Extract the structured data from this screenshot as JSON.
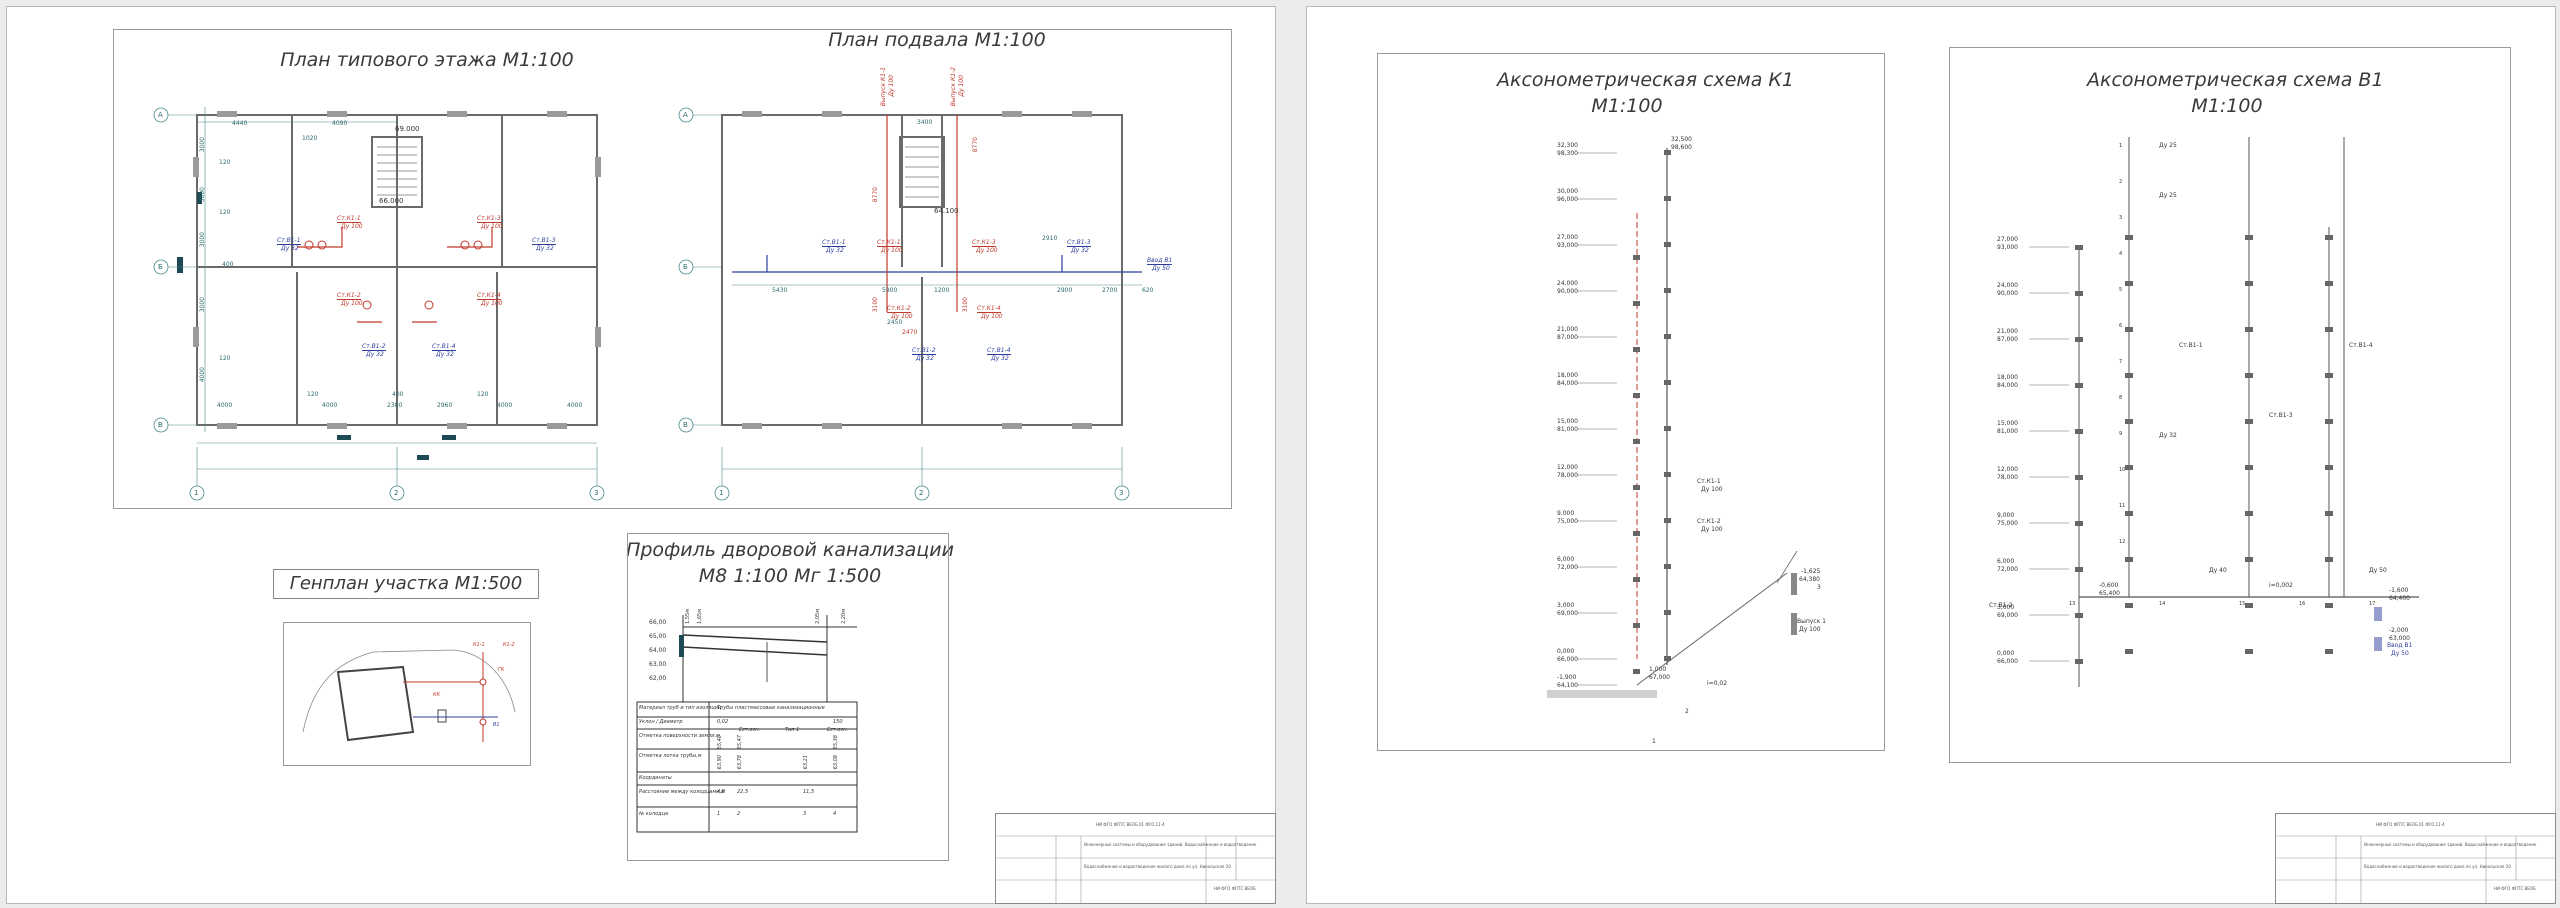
{
  "left_sheet": {
    "plan_floor": {
      "title": "План типового этажа М1:100",
      "axes_rows": [
        "А",
        "Б",
        "В"
      ],
      "axes_cols": [
        "1",
        "2",
        "3"
      ],
      "dims_top": [
        "4440",
        "4090"
      ],
      "dims_bottom": [
        "4000",
        "4000",
        "2380",
        "2960",
        "4000",
        "4000"
      ],
      "dims_small": [
        "120",
        "120",
        "120",
        "120",
        "120",
        "400",
        "400",
        "1020"
      ],
      "dims_left": [
        "3000",
        "3000",
        "3000",
        "3000",
        "4000"
      ],
      "elevation": "66.000",
      "elevation2": "69.000",
      "riser_tags": [
        {
          "code": "Ст.К1-1",
          "dia": "Ду 100",
          "color": "#c0392b"
        },
        {
          "code": "Ст.К1-3",
          "dia": "Ду 100",
          "color": "#c0392b"
        },
        {
          "code": "Ст.В1-1",
          "dia": "Ду 32",
          "color": "#2c3e9e"
        },
        {
          "code": "Ст.В1-3",
          "dia": "Ду 32",
          "color": "#2c3e9e"
        },
        {
          "code": "Ст.К1-2",
          "dia": "Ду 100",
          "color": "#c0392b"
        },
        {
          "code": "Ст.К1-4",
          "dia": "Ду 100",
          "color": "#c0392b"
        },
        {
          "code": "Ст.В1-2",
          "dia": "Ду 32",
          "color": "#2c3e9e"
        },
        {
          "code": "Ст.В1-4",
          "dia": "Ду 32",
          "color": "#2c3e9e"
        }
      ]
    },
    "plan_basement": {
      "title": "План подвала М1:100",
      "axes_rows": [
        "А",
        "Б",
        "В"
      ],
      "axes_cols": [
        "1",
        "2",
        "3"
      ],
      "elevation": "64.100",
      "dims": [
        "5430",
        "5900",
        "1200",
        "2900",
        "2700",
        "620",
        "2450",
        "3100",
        "8770",
        "3400",
        "2910",
        "2470",
        "8770",
        "3100"
      ],
      "outlets": [
        {
          "code": "Выпуск К1-1",
          "dia": "Ду 100"
        },
        {
          "code": "Выпуск К1-2",
          "dia": "Ду 100"
        }
      ],
      "inlet": {
        "code": "Ввод В1",
        "dia": "Ду 50"
      },
      "riser_tags": [
        {
          "code": "Ст.В1-1",
          "dia": "Ду 32",
          "color": "#2c3e9e"
        },
        {
          "code": "Ст.К1-1",
          "dia": "Ду 100",
          "color": "#c0392b"
        },
        {
          "code": "Ст.К1-3",
          "dia": "Ду 100",
          "color": "#c0392b"
        },
        {
          "code": "Ст.В1-3",
          "dia": "Ду 32",
          "color": "#2c3e9e"
        },
        {
          "code": "Ст.К1-2",
          "dia": "Ду 100",
          "color": "#c0392b"
        },
        {
          "code": "Ст.К1-4",
          "dia": "Ду 100",
          "color": "#c0392b"
        },
        {
          "code": "Ст.В1-2",
          "dia": "Ду 32",
          "color": "#2c3e9e"
        },
        {
          "code": "Ст.В1-4",
          "dia": "Ду 32",
          "color": "#2c3e9e"
        }
      ]
    },
    "genplan": {
      "title": "Генплан участка М1:500",
      "labels": [
        "К1-1",
        "К1-2",
        "В1",
        "КК",
        "ГК"
      ]
    },
    "profile": {
      "title_line1": "Профиль дворовой канализации",
      "title_line2": "М8 1:100  Мг 1:500",
      "scale_marks": [
        "66,00",
        "65,00",
        "64,00",
        "63,00",
        "62,00"
      ],
      "top_marks": [
        "1,55м",
        "1,65м",
        "2,05м",
        "2,20м"
      ],
      "rows": [
        {
          "label": "Материал труб и тип изоляции",
          "values": [
            "Трубы пластмассовые канализационные"
          ]
        },
        {
          "label": "Уклон / Диаметр",
          "values": [
            "0,02",
            "",
            "",
            "150"
          ]
        },
        {
          "label": "Отметка поверхности земли,м",
          "values": [
            "65,40",
            "65,47",
            "",
            "65,38"
          ]
        },
        {
          "label": "Отметка лотка трубы,м",
          "values": [
            "63,90",
            "63,78",
            "63,21",
            "63,08"
          ]
        },
        {
          "label": "Координаты",
          "values": []
        },
        {
          "label": "Расстояние между колодцами,м",
          "values": [
            "4,8",
            "22,5",
            "11,5"
          ]
        },
        {
          "label": "№ колодца",
          "values": [
            "1",
            "2",
            "3",
            "4"
          ]
        }
      ],
      "column_heads": [
        "Ест.осн.",
        "Тип 1",
        "Ест.осн."
      ]
    },
    "title_block": {
      "code": "НИ ФГО ФПТС ВЕОБ.01  ФГО.11-4",
      "desc": "Инженерные системы и оборудование зданий. Водоснабжение и водоотведение",
      "object": "Водоснабжение и водоотведение жилого дома по ул. Никольская 10",
      "dept": "НИ ФГО ФПТС ВЕОБ"
    }
  },
  "right_sheet": {
    "k1": {
      "title_line1": "Аксонометрическая схема К1",
      "title_line2": "М1:100",
      "levels": [
        {
          "a": "32,300",
          "b": "98,300"
        },
        {
          "a": "30,000",
          "b": "96,000"
        },
        {
          "a": "27,000",
          "b": "93,000"
        },
        {
          "a": "24,000",
          "b": "90,000"
        },
        {
          "a": "21,000",
          "b": "87,000"
        },
        {
          "a": "18,000",
          "b": "84,000"
        },
        {
          "a": "15,000",
          "b": "81,000"
        },
        {
          "a": "12,000",
          "b": "78,000"
        },
        {
          "a": "9,000",
          "b": "75,000"
        },
        {
          "a": "6,000",
          "b": "72,000"
        },
        {
          "a": "3,000",
          "b": "69,000"
        },
        {
          "a": "0,000",
          "b": "66,000"
        },
        {
          "a": "-1,900",
          "b": "64,100"
        }
      ],
      "top_right": {
        "a": "32,500",
        "b": "98,600"
      },
      "tags": [
        {
          "code": "Ст.К1-1",
          "dia": "Ду 100"
        },
        {
          "code": "Ст.К1-2",
          "dia": "Ду 100"
        }
      ],
      "mid_mark": {
        "a": "1,000",
        "b": "67,000"
      },
      "outlet": {
        "code": "Выпуск 1",
        "dia": "Ду 100"
      },
      "outlet_mark": {
        "a": "-1,625",
        "b": "64,380"
      },
      "slope": "i=0,02",
      "nodes": [
        "1",
        "2",
        "3"
      ]
    },
    "b1": {
      "title_line1": "Аксонометрическая схема В1",
      "title_line2": "М1:100",
      "levels": [
        {
          "a": "27,000",
          "b": "93,000"
        },
        {
          "a": "24,000",
          "b": "90,000"
        },
        {
          "a": "21,000",
          "b": "87,000"
        },
        {
          "a": "18,000",
          "b": "84,000"
        },
        {
          "a": "15,000",
          "b": "81,000"
        },
        {
          "a": "12,000",
          "b": "78,000"
        },
        {
          "a": "9,000",
          "b": "75,000"
        },
        {
          "a": "6,000",
          "b": "72,000"
        },
        {
          "a": "3,000",
          "b": "69,000"
        },
        {
          "a": "0,000",
          "b": "66,000"
        }
      ],
      "tags": [
        {
          "code": "Ст.В1-1",
          "dia": ""
        },
        {
          "code": "Ст.В1-3",
          "dia": ""
        },
        {
          "code": "Ст.В1-4",
          "dia": ""
        },
        {
          "code": "Ст.В1-2",
          "dia": ""
        }
      ],
      "dias": [
        "Ду 25",
        "Ду 25",
        "Ду 32",
        "Ду 40",
        "Ду 50"
      ],
      "main_marks": [
        {
          "a": "-0,600",
          "b": "65,400"
        },
        {
          "a": "-1,600",
          "b": "64,400"
        },
        {
          "a": "-2,000",
          "b": "63,000"
        }
      ],
      "slope": "i=0,002",
      "inlet": {
        "code": "Ввод В1",
        "dia": "Ду 50"
      },
      "node_numbers": [
        "1",
        "2",
        "3",
        "4",
        "5",
        "6",
        "7",
        "8",
        "9",
        "10",
        "11",
        "12",
        "13",
        "14",
        "15",
        "16",
        "17"
      ]
    },
    "title_block": {
      "code": "НИ ФГО ФПТС ВЕОБ.01  ФГО.11-4",
      "desc": "Инженерные системы и оборудование зданий. Водоснабжение и водоотведение",
      "object": "Водоснабжение и водоотведение жилого дома по ул. Никольская 10",
      "dept": "НИ ФГО ФПТС ВЕОБ"
    }
  }
}
